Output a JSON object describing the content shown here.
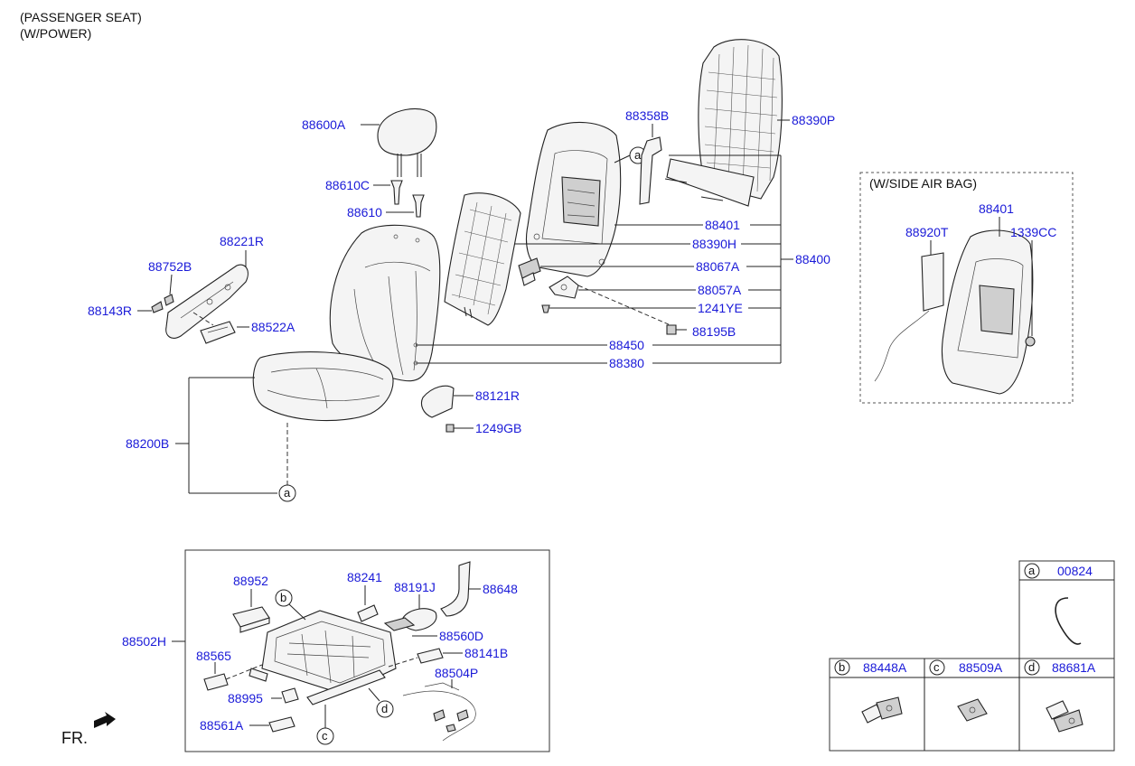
{
  "header": {
    "line1": "(PASSENGER SEAT)",
    "line2": "(W/POWER)"
  },
  "airbag_box": {
    "title": "(W/SIDE AIR BAG)"
  },
  "front_marker": "FR.",
  "callouts": {
    "a": "a",
    "b": "b",
    "c": "c",
    "d": "d"
  },
  "labels": {
    "p88600A": "88600A",
    "p88610C": "88610C",
    "p88610": "88610",
    "p88221R": "88221R",
    "p88752B": "88752B",
    "p88143R": "88143R",
    "p88522A": "88522A",
    "p88358B": "88358B",
    "p88390P": "88390P",
    "p88401": "88401",
    "p88390H": "88390H",
    "p88067A": "88067A",
    "p88400": "88400",
    "p88057A": "88057A",
    "p1241YE": "1241YE",
    "p88195B": "88195B",
    "p88450": "88450",
    "p88380": "88380",
    "p88121R": "88121R",
    "p1249GB": "1249GB",
    "p88200B": "88200B",
    "ab88401": "88401",
    "ab88920T": "88920T",
    "ab1339CC": "1339CC",
    "p88952": "88952",
    "p88241": "88241",
    "p88191J": "88191J",
    "p88648": "88648",
    "p88502H": "88502H",
    "p88560D": "88560D",
    "p88141B": "88141B",
    "p88565": "88565",
    "p88504P": "88504P",
    "p88995": "88995",
    "p88561A": "88561A"
  },
  "legend": {
    "a": {
      "key": "a",
      "part": "00824"
    },
    "b": {
      "key": "b",
      "part": "88448A"
    },
    "c": {
      "key": "c",
      "part": "88509A"
    },
    "d": {
      "key": "d",
      "part": "88681A"
    }
  }
}
